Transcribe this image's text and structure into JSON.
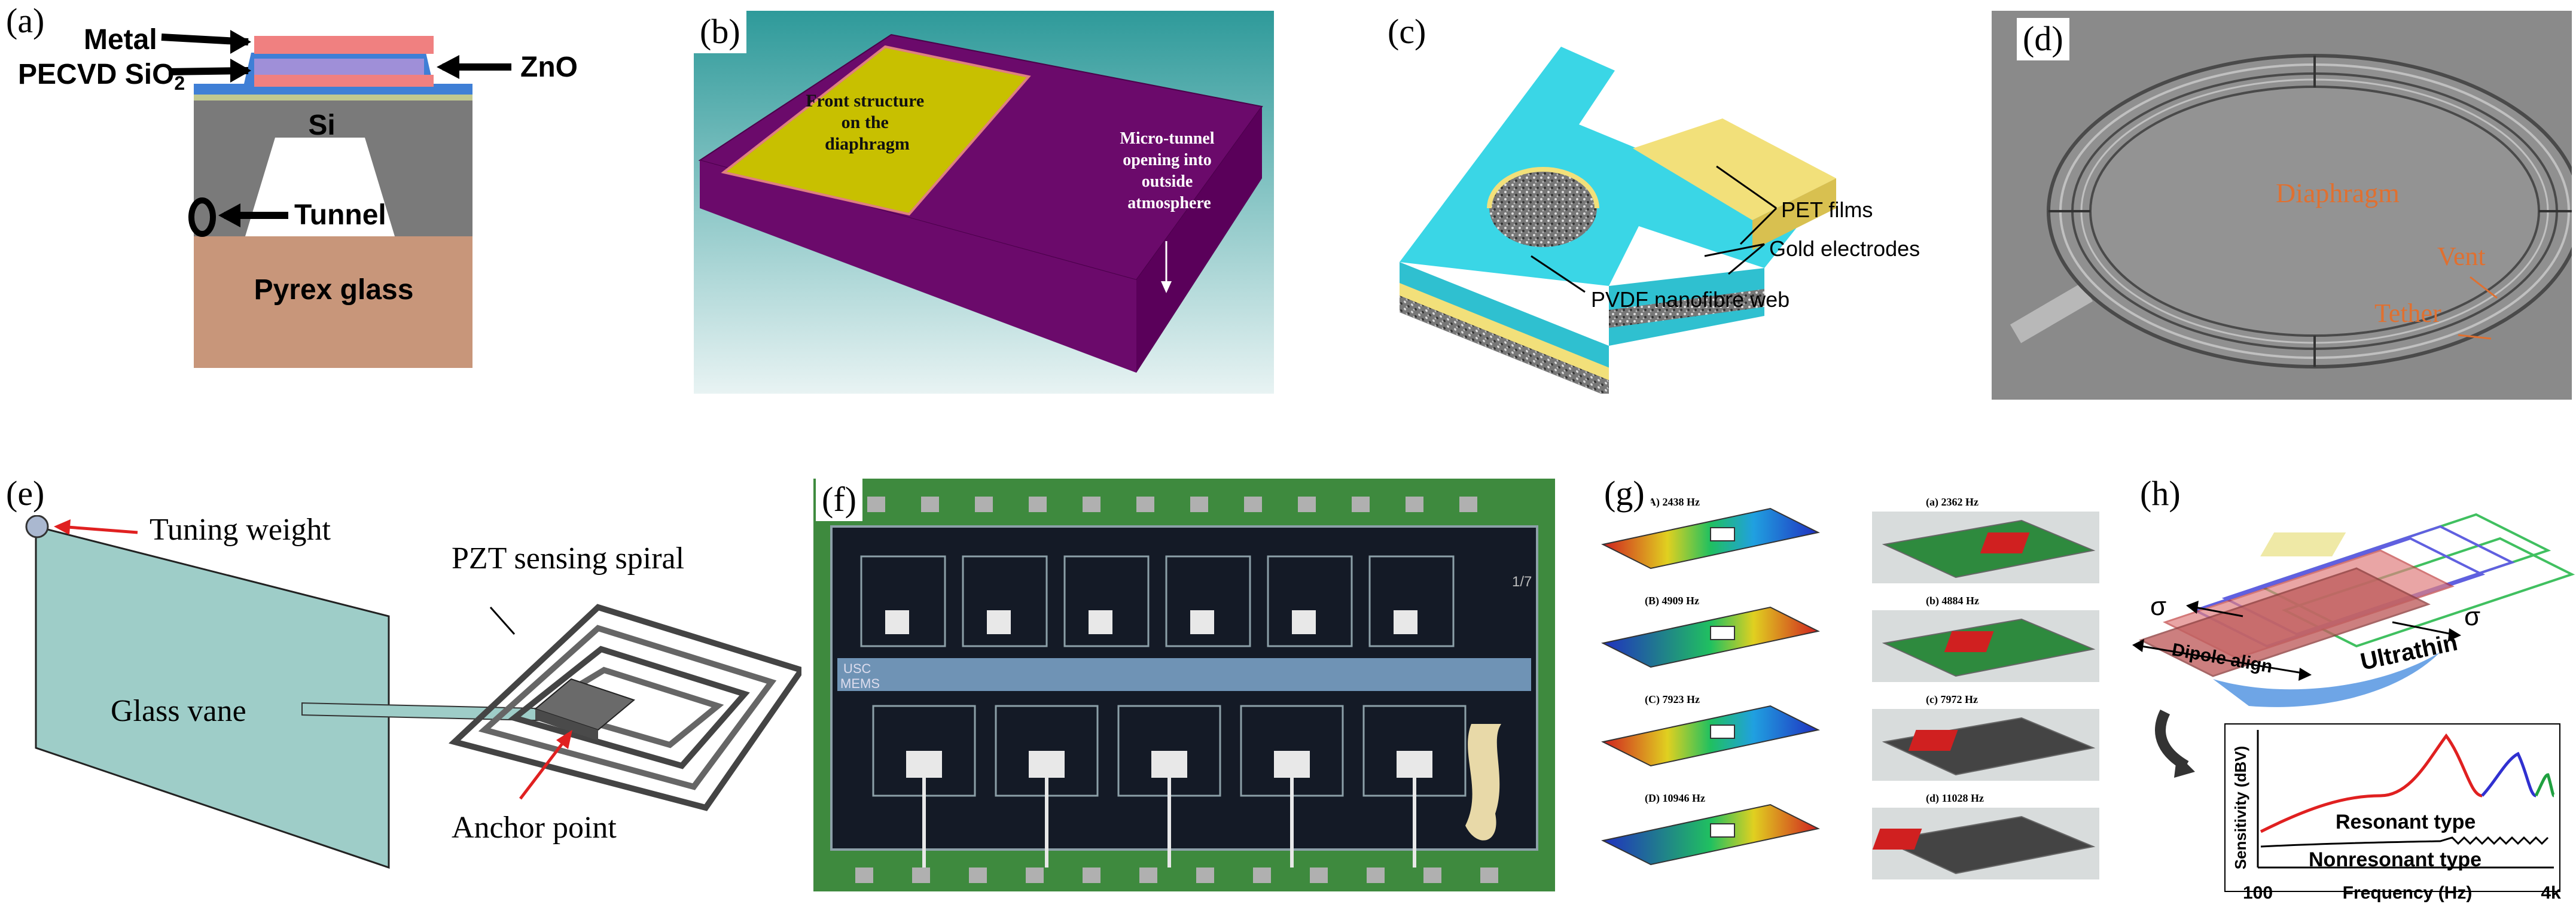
{
  "panels": {
    "a": {
      "letter": "(a)",
      "labels": {
        "metal": "Metal",
        "pecvd": "PECVD SiO",
        "pecvd_sub": "2",
        "zno": "ZnO",
        "si": "Si",
        "tunnel": "Tunnel",
        "pyrex": "Pyrex glass"
      },
      "colors": {
        "metal": "#f08080",
        "zno": "#9f8fd8",
        "sio2": "#3f7fd6",
        "si": "#7a7a7a",
        "pyrex": "#c8967a"
      }
    },
    "b": {
      "letter": "(b)",
      "labels": {
        "front": [
          "Front structure",
          "on the",
          "diaphragm"
        ],
        "tunnel": [
          "Micro-tunnel",
          "opening into",
          "outside",
          "atmosphere"
        ]
      },
      "colors": {
        "bg": "#3fa0a0",
        "body": "#6b0a6b",
        "top": "#c8c000"
      }
    },
    "c": {
      "letter": "(c)",
      "labels": {
        "pet": "PET films",
        "gold": "Gold electrodes",
        "pvdf": "PVDF nanofibre web"
      },
      "colors": {
        "pet": "#3ad6e6",
        "gold": "#f2e07a"
      }
    },
    "d": {
      "letter": "(d)",
      "labels": {
        "diaphragm": "Diaphragm",
        "vent": "Vent",
        "tether": "Tether"
      },
      "colors": {
        "label": "#e07030",
        "bg": "#8a8a8a"
      }
    },
    "e": {
      "letter": "(e)",
      "labels": {
        "tuning": "Tuning weight",
        "pzt": "PZT sensing spiral",
        "glass": "Glass vane",
        "anchor": "Anchor point"
      },
      "colors": {
        "vane": "#9ecdc8",
        "arrow": "#e02020"
      }
    },
    "f": {
      "letter": "(f)",
      "labels": {
        "chip_top": "USC",
        "chip_bottom": "MEMS",
        "corner": "1/7"
      }
    },
    "g": {
      "letter": "(g)",
      "left_modes": [
        "(A) 2438 Hz",
        "(B) 4909 Hz",
        "(C) 7923 Hz",
        "(D) 10946 Hz"
      ],
      "right_modes": [
        "(a) 2362 Hz",
        "(b) 4884 Hz",
        "(c) 7972 Hz",
        "(d) 11028 Hz"
      ]
    },
    "h": {
      "letter": "(h)",
      "labels": {
        "sigma": "σ",
        "dipole": "Dipole align",
        "ultrathin": "Ultrathin",
        "ylabel": "Sensitivity (dBV)",
        "xlabel": "Frequency (Hz)",
        "xmin": "100",
        "xmax": "4k",
        "resonant": "Resonant type",
        "nonresonant": "Nonresonant type"
      }
    }
  }
}
